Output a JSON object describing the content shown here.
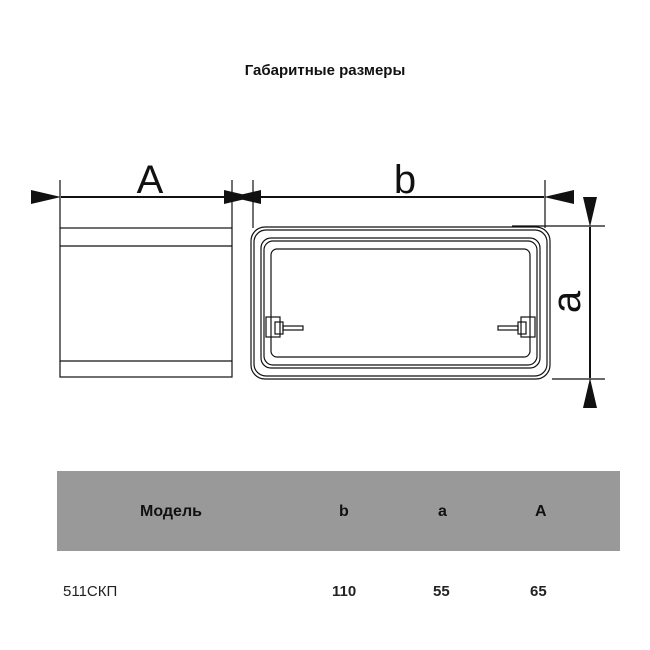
{
  "title": "Габаритные размеры",
  "drawing": {
    "label_A": "A",
    "label_b": "b",
    "label_a": "a"
  },
  "table": {
    "headers": [
      "Модель",
      "b",
      "a",
      "A"
    ],
    "rows": [
      [
        "511СКП",
        "110",
        "55",
        "65"
      ]
    ],
    "header_bg": "#999999"
  }
}
